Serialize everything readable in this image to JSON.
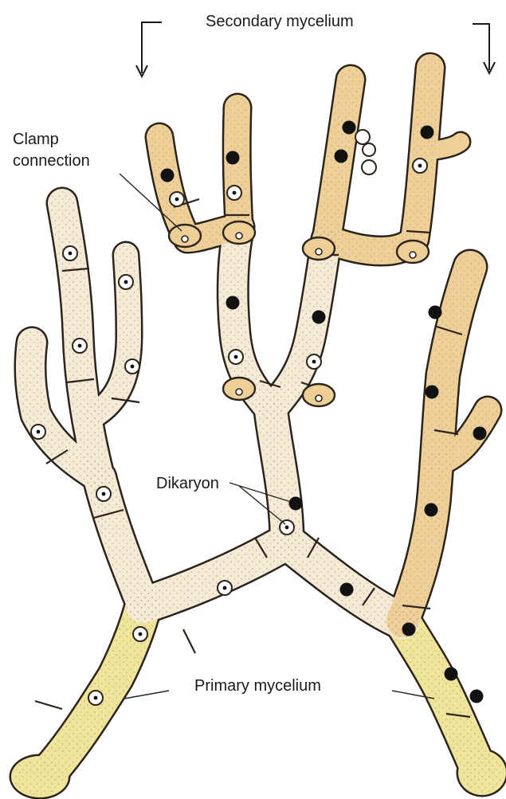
{
  "labels": {
    "secondary": "Secondary mycelium",
    "clamp_line1": "Clamp",
    "clamp_line2": "connection",
    "dikaryon": "Dikaryon",
    "primary": "Primary mycelium"
  },
  "colors": {
    "background": "#ffffff",
    "hypha_fill": "#f4ead6",
    "secondary_tint": "#efcf98",
    "primary_tint": "#efe49a",
    "outline": "#2a241c",
    "nucleus_dark": "#111111",
    "stipple": "#b9a37a"
  }
}
